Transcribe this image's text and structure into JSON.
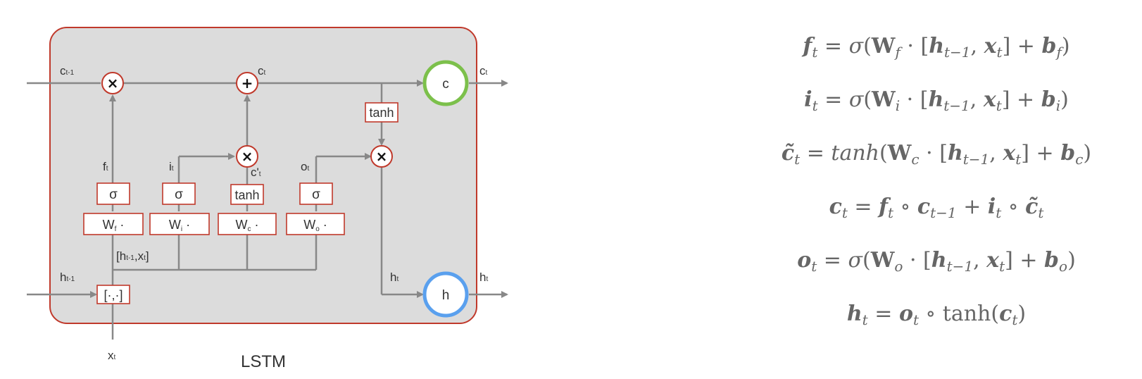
{
  "diagram": {
    "title": "LSTM",
    "cell_state_node": "c",
    "hidden_state_node": "h",
    "concat_node": "[·,·]",
    "concat_label": "[h",
    "concat_label_sub": "t-1",
    "concat_label_mid": ",x",
    "concat_label_sub2": "t",
    "concat_label_end": "]",
    "tanh_label": "tanh",
    "sigma_label": "σ",
    "labels": {
      "c_prev": "c",
      "c_prev_sub": "t-1",
      "c_mid": "c",
      "c_mid_sub": "t",
      "c_out": "c",
      "c_out_sub": "t",
      "h_prev": "h",
      "h_prev_sub": "t-1",
      "h_mid": "h",
      "h_mid_sub": "t",
      "h_out": "h",
      "h_out_sub": "t",
      "x_in": "x",
      "x_in_sub": "t",
      "f_t": "f",
      "f_t_sub": "t",
      "i_t": "i",
      "i_t_sub": "t",
      "o_t": "o",
      "o_t_sub": "t",
      "c_tilde": "c'",
      "c_tilde_sub": "t"
    },
    "weights": {
      "wf": "W",
      "wf_sub": "f",
      "wi": "W",
      "wi_sub": "i",
      "wc": "W",
      "wc_sub": "c",
      "wo": "W",
      "wo_sub": "o",
      "dot": " ·"
    },
    "colors": {
      "cell_border": "#c0392b",
      "cell_fill": "#dcdcdc",
      "line": "#888888",
      "c_ring": "#7cc04b",
      "h_ring": "#5aa0ee",
      "op_ring": "#c0392b"
    }
  },
  "equations": [
    {
      "lhs": "f",
      "lhs_sub": "t",
      "rhs": "σ(W_f · [h_{t-1}, x_t] + b_f)"
    },
    {
      "lhs": "i",
      "lhs_sub": "t",
      "rhs": "σ(W_i · [h_{t-1}, x_t] + b_i)"
    },
    {
      "lhs": "c̃",
      "lhs_sub": "t",
      "rhs": "tanh(W_c · [h_{t-1}, x_t] + b_c)"
    },
    {
      "lhs": "c",
      "lhs_sub": "t",
      "rhs": "f_t ∘ c_{t-1} + i_t ∘ c̃_t"
    },
    {
      "lhs": "o",
      "lhs_sub": "t",
      "rhs": "σ(W_o · [h_{t-1}, x_t] + b_o)"
    },
    {
      "lhs": "h",
      "lhs_sub": "t",
      "rhs": "o_t ∘ tanh(c_t)"
    }
  ]
}
